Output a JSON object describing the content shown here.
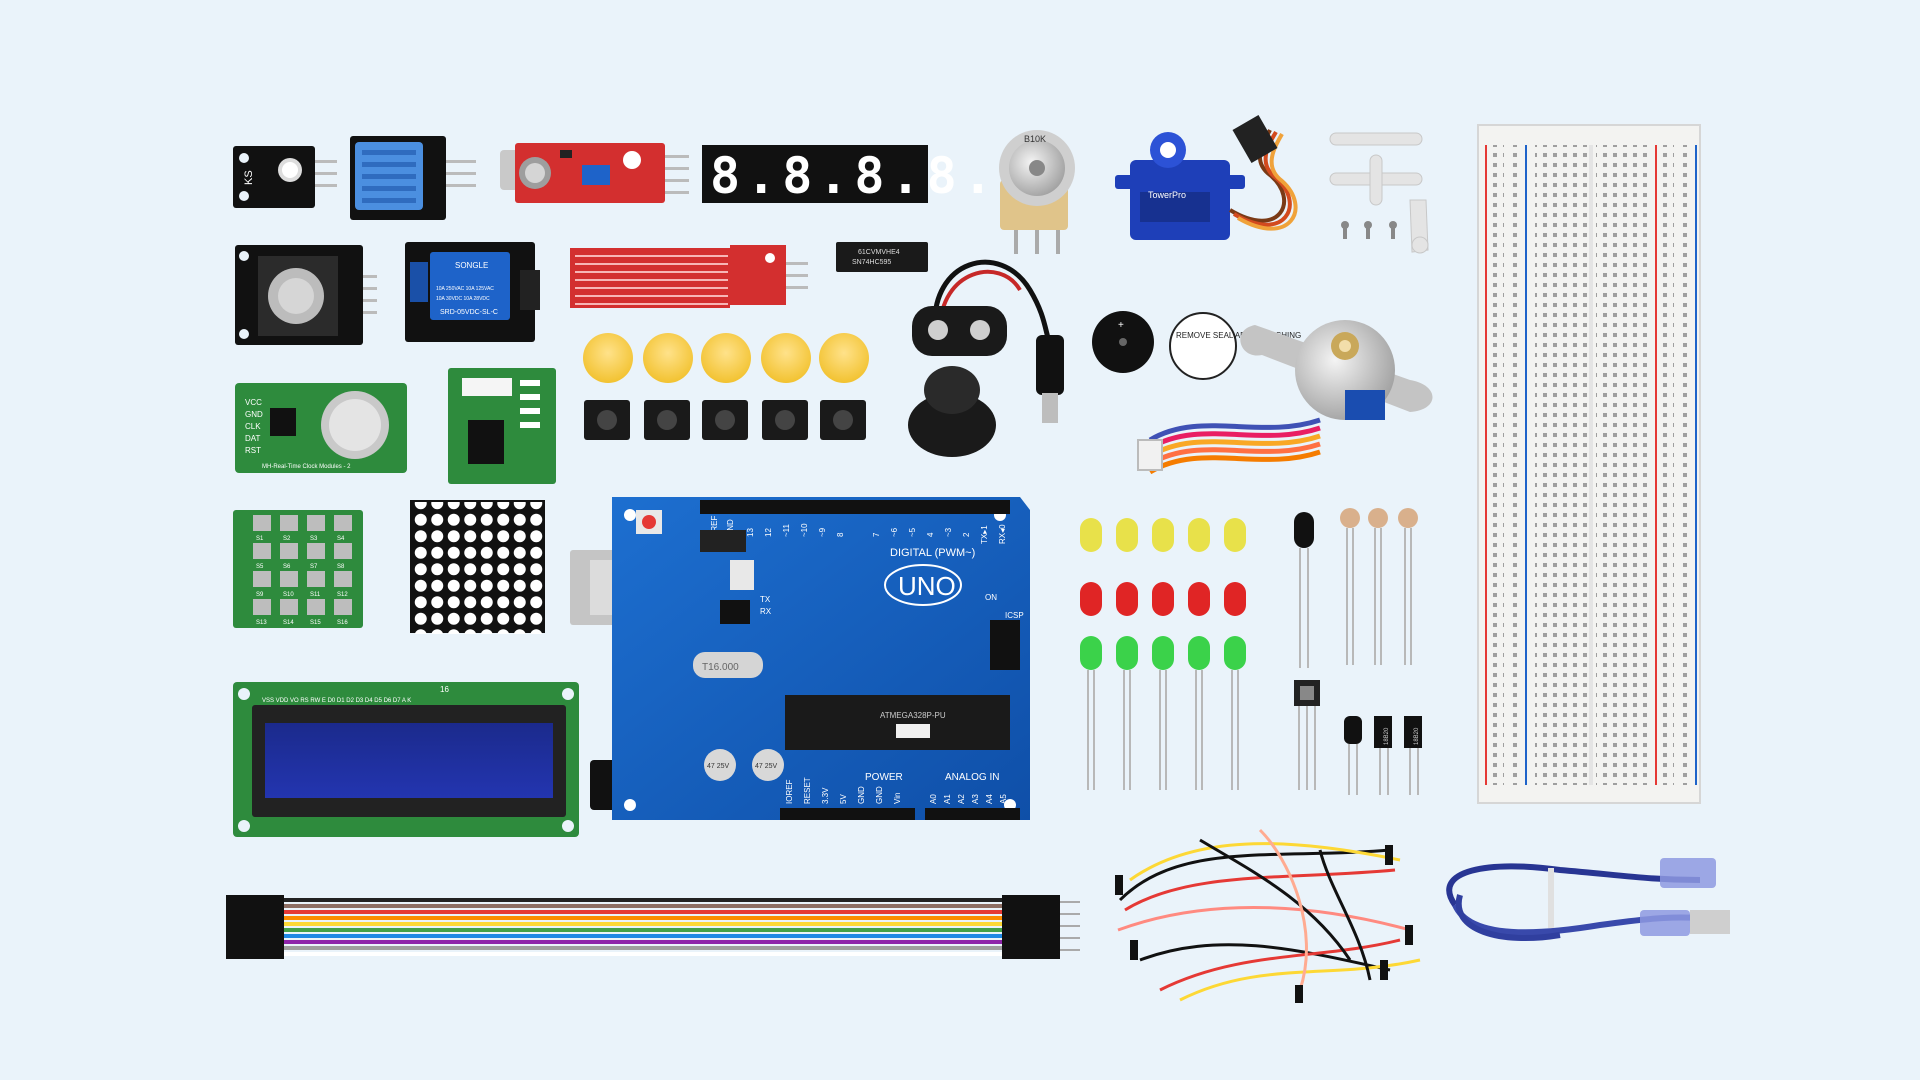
{
  "scene": {
    "background": "#eaf3fa",
    "board": {
      "brand": "UNO",
      "digital_label": "DIGITAL (PWM~)",
      "power_label": "POWER",
      "analog_label": "ANALOG IN",
      "on_label": "ON",
      "tx_label": "TX",
      "rx_label": "RX",
      "icsp_label": "ICSP",
      "crystal_label": "T16.000",
      "chip_label": "ATMEGA328P-PU",
      "cap_label_1": "47 25V",
      "cap_label_2": "47 25V",
      "digital_pins": [
        "AREF",
        "GND",
        "13",
        "12",
        "~11",
        "~10",
        "~9",
        "8",
        "7",
        "~6",
        "~5",
        "4",
        "~3",
        "2",
        "TX▸1",
        "RX◂0"
      ],
      "power_pins": [
        "IOREF",
        "RESET",
        "3.3V",
        "5V",
        "GND",
        "GND",
        "Vin"
      ],
      "analog_pins": [
        "A0",
        "A1",
        "A2",
        "A3",
        "A4",
        "A5"
      ]
    },
    "modules": {
      "ky_label": "KS",
      "shift_register_line1": "61CVMVHE4",
      "shift_register_line2": "SN74HC595",
      "relay_brand": "SONGLE",
      "relay_line1": "10A 250VAC  10A 125VAC",
      "relay_line2": "10A  30VDC  10A  28VDC",
      "relay_line3": "SRD-05VDC-SL-C",
      "seven_segment": "8.8.8.8.8.",
      "rtc_label": "MH-Real-Time Clock Modules - 2",
      "rtc_pins": [
        "VCC",
        "GND",
        "CLK",
        "DAT",
        "RST"
      ],
      "lcd_pins": "VSS VDD VO RS RW E D0 D1 D2 D3 D4 D5 D6 D7 A K",
      "lcd_pin_count": "16",
      "keypad_keys": [
        "S1",
        "S2",
        "S3",
        "S4",
        "S5",
        "S6",
        "S7",
        "S8",
        "S9",
        "S10",
        "S11",
        "S12",
        "S13",
        "S14",
        "S15",
        "S16"
      ],
      "potentiometer_label": "B10K",
      "servo_label": "TowerPro",
      "buzzer_note": "REMOVE SEAL AFTER WASHING",
      "buzzer_plus": "+",
      "sensor_label_1": "18B20",
      "sensor_label_2": "18B20"
    },
    "colors": {
      "board_blue": "#1565c0",
      "module_green": "#2e8b3d",
      "module_red": "#d32f2f",
      "module_blue": "#1e63c9",
      "breadboard": "#f3f3f1"
    }
  }
}
